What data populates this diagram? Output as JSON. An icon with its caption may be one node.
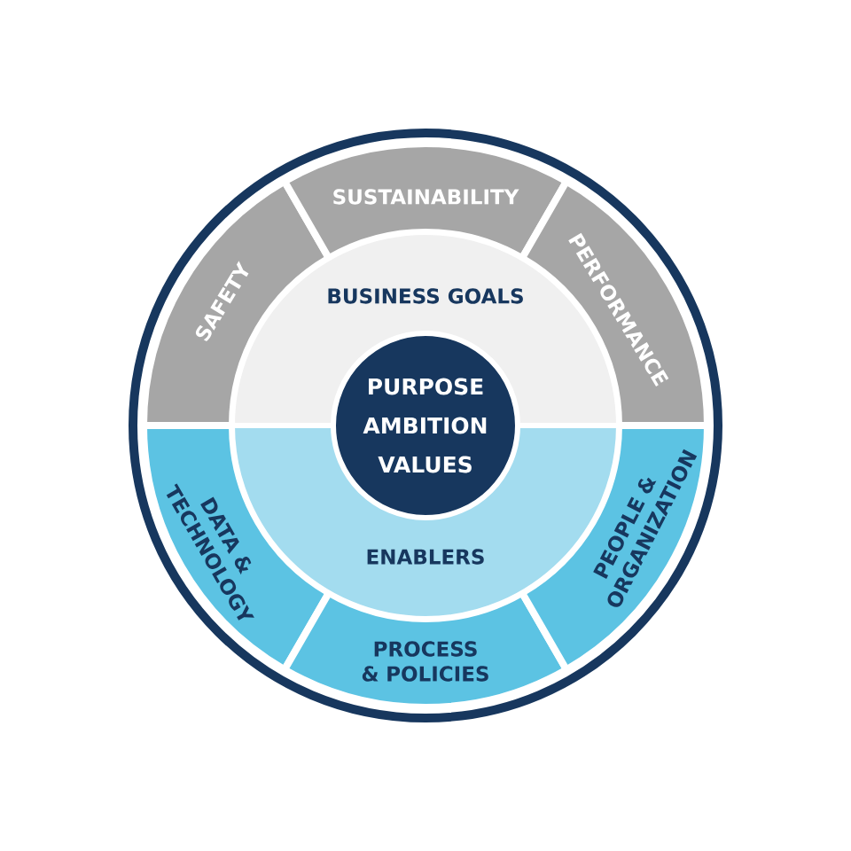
{
  "diagram": {
    "nodes": [
      {
        "text": [
          "SAFETY"
        ]
      },
      {
        "text": [
          "SUSTAINABILITY"
        ]
      },
      {
        "text": [
          "PERFORMANCE"
        ]
      },
      {
        "text": [
          "BUSINESS GOALS"
        ]
      },
      {
        "text": [
          "PURPOSE",
          "AMBITION",
          "VALUES"
        ]
      },
      {
        "text": [
          "ENABLERS"
        ]
      },
      {
        "text": [
          "DATA & TECHNOLOGY"
        ]
      },
      {
        "text": [
          "PROCESS & POLICIES"
        ]
      },
      {
        "text": [
          "PEOPLE & ORGANIZATION"
        ]
      }
    ]
  }
}
